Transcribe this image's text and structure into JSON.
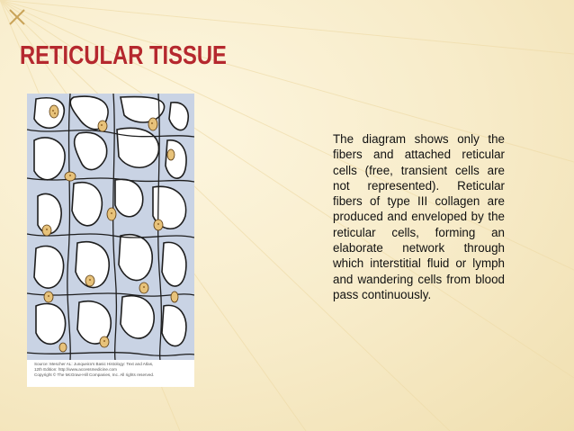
{
  "slide": {
    "title": "RETICULAR TISSUE",
    "description": "The diagram shows only the fibers and attached reticular cells (free, transient cells are not represented). Reticular fibers of type III collagen are produced and enveloped by the reticular cells, forming an elaborate network through which interstitial fluid or lymph and wandering cells from blood pass continuously."
  },
  "figure": {
    "source_line_1": "Source: Mescher AL: Junqueira's Basic Histology: Text and Atlas,",
    "source_line_2": "12th Edition: http://www.accessmedicine.com",
    "copyright": "Copyright © The McGraw-Hill Companies, Inc. All rights reserved."
  },
  "colors": {
    "title": "#b5282e",
    "cell_fill": "#c9d3e4",
    "nucleus": "#e7c27a",
    "background": "#f7ebc8"
  }
}
